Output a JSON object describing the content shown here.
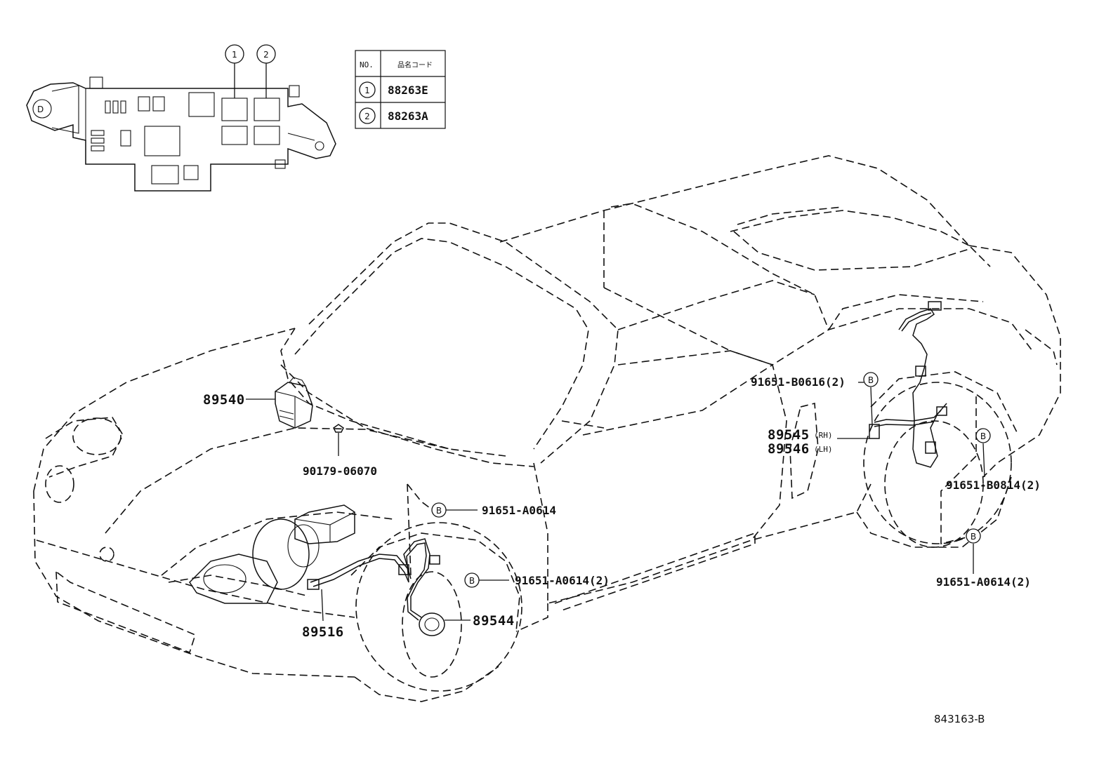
{
  "legend_table": {
    "header_no": "NO.",
    "header_code": "品名コード",
    "rows": [
      {
        "no": "1",
        "code": "88263E"
      },
      {
        "no": "2",
        "code": "88263A"
      }
    ]
  },
  "relay_block": {
    "callout_1": "1",
    "callout_2": "2"
  },
  "parts": {
    "p89540": "89540",
    "p90179": "90179-06070",
    "p91651_a0614": "91651-A0614",
    "p91651_a0614_2_front": "91651-A0614(2)",
    "p89544": "89544",
    "p89516": "89516",
    "p91651_b0616": "91651-B0616(2)",
    "p89545": "89545",
    "p89545_side": "(RH)",
    "p89546": "89546",
    "p89546_side": "(LH)",
    "p91651_b0814": "91651-B0814(2)",
    "p91651_a0614_2_rear": "91651-A0614(2)"
  },
  "bolt_marker": "B",
  "diagram_ref": "843163-B"
}
